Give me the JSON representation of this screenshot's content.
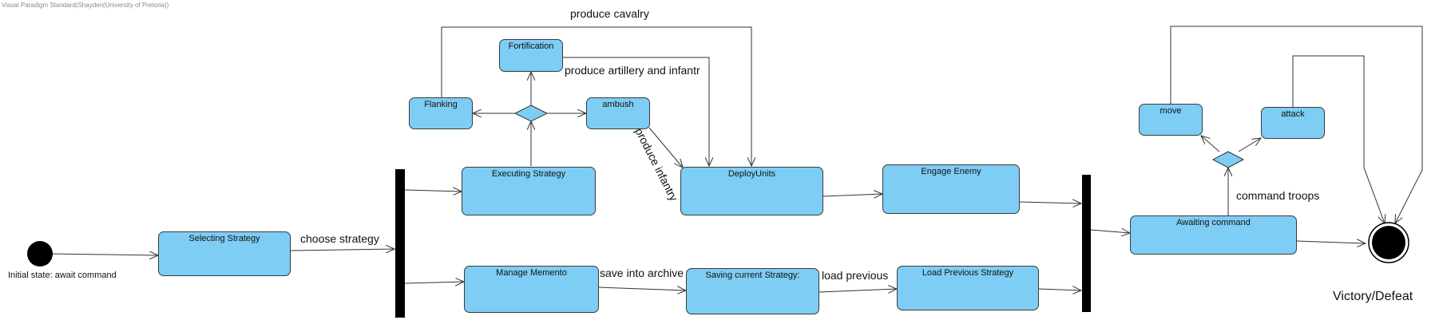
{
  "watermark": "Visual Paradigm Standard(Shayden(University of Pretoria))",
  "colors": {
    "node_fill": "#7ecdf4",
    "node_border": "#3a3a3a",
    "edge": "#333333",
    "bar": "#000000"
  },
  "initial_state_label": "Initial state: await command",
  "final_state_label": "Victory/Defeat",
  "nodes": {
    "selecting_strategy": "Selecting Strategy",
    "executing_strategy": "Executing Strategy",
    "fortification": "Fortification",
    "flanking": "Flanking",
    "ambush": "ambush",
    "deploy_units": "DeployUnits",
    "engage_enemy": "Engage Enemy",
    "manage_memento": "Manage Memento",
    "saving_current_strategy": "Saving current Strategy:",
    "load_previous_strategy": "Load Previous Strategy",
    "awaiting_command": "Awaiting command",
    "move": "move",
    "attack": "attack"
  },
  "edge_labels": {
    "choose_strategy": "choose strategy",
    "produce_cavalry": "produce cavalry",
    "produce_artillery": "produce artillery and infantr",
    "produce_infantry": "produce infantry",
    "save_into_archive": "save into archive",
    "load_previous": "load previous",
    "command_troops": "command troops"
  }
}
